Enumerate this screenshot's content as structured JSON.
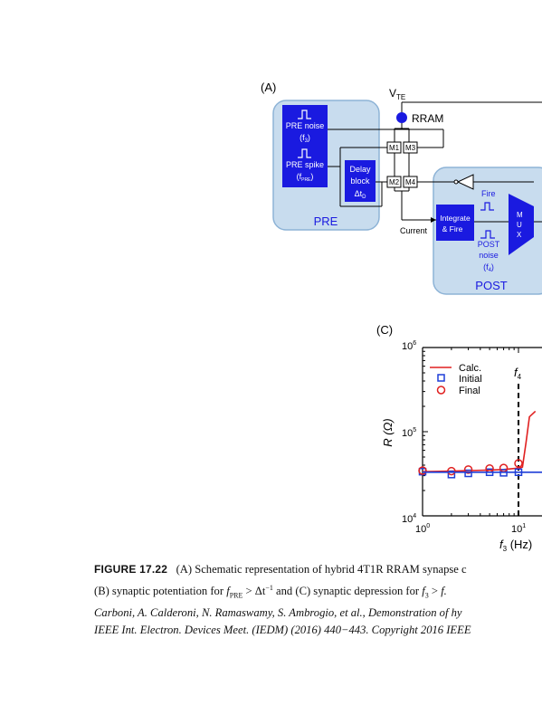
{
  "schematic": {
    "panel_label": "(A)",
    "vte_label": "V",
    "vte_sub": "TE",
    "rram_label": "RRAM",
    "pre_noise_label": "PRE noise",
    "pre_noise_freq": "(f",
    "pre_noise_freq_sub": "3",
    "pre_spike_label": "PRE spike",
    "pre_spike_freq": "(f",
    "pre_spike_freq_sub": "PRE",
    "delay_line1": "Delay",
    "delay_line2": "block",
    "delay_line3": "Δt",
    "delay_line3_sub": "D",
    "pre_label": "PRE",
    "m1": "M1",
    "m2": "M2",
    "m3": "M3",
    "m4": "M4",
    "current_label": "Current",
    "if_line1": "Integrate",
    "if_line2": "& Fire",
    "fire_label": "Fire",
    "post_noise_line1": "POST",
    "post_noise_line2": "noise",
    "post_noise_freq": "(f",
    "post_noise_freq_sub": "4",
    "mux_letters": [
      "M",
      "U",
      "X"
    ],
    "post_label": "POST"
  },
  "chart": {
    "panel_label": "(C)",
    "y_axis_label": "R (Ω)",
    "x_axis_label": "f",
    "x_axis_sub": "3",
    "x_axis_unit": " (Hz)",
    "y_tick_labels": [
      {
        "base": "10",
        "exp": "6"
      },
      {
        "base": "10",
        "exp": "5"
      },
      {
        "base": "10",
        "exp": "4"
      }
    ],
    "x_tick_labels": [
      {
        "base": "10",
        "exp": "0"
      },
      {
        "base": "10",
        "exp": "1"
      }
    ],
    "vline_label": "f",
    "vline_sub": "4",
    "legend": [
      "Calc.",
      "Initial",
      "Final"
    ],
    "colors": {
      "calc": "#e02020",
      "initial": "#1f3fd8",
      "final": "#e02020",
      "axis": "#000000"
    }
  },
  "chart_data": {
    "type": "line",
    "title": "",
    "xlabel": "f3 (Hz)",
    "ylabel": "R (Ω)",
    "xscale": "log",
    "yscale": "log",
    "xlim": [
      1,
      30
    ],
    "ylim": [
      10000,
      1000000
    ],
    "vline": {
      "x": 10,
      "label": "f4"
    },
    "legend_position": "top-left",
    "series": [
      {
        "name": "Calc.",
        "style": "line",
        "x": [
          1,
          2,
          3,
          5,
          7,
          9,
          10,
          11,
          12,
          13,
          15
        ],
        "y": [
          33500,
          34000,
          34500,
          35000,
          35500,
          36500,
          37000,
          38000,
          75000,
          150000,
          175000
        ]
      },
      {
        "name": "Initial",
        "style": "square",
        "x": [
          1,
          2,
          3,
          5,
          7,
          10
        ],
        "y": [
          33500,
          31000,
          32000,
          33000,
          32500,
          33000
        ]
      },
      {
        "name": "Final",
        "style": "circle",
        "x": [
          1,
          2,
          3,
          5,
          7,
          10
        ],
        "y": [
          34500,
          34000,
          35500,
          36500,
          37000,
          42000
        ]
      },
      {
        "name": "",
        "style": "flat-line",
        "x": [
          1,
          30
        ],
        "y": [
          33000,
          33000
        ]
      }
    ]
  },
  "caption": {
    "label": "FIGURE 17.22",
    "line1": "(A) Schematic representation of hybrid 4T1R RRAM synapse c",
    "line2_a": "(B) synaptic potentiation for ",
    "line2_b": "f",
    "line2_c": "PRE",
    "line2_d": " > Δt",
    "line2_e": "−1",
    "line2_f": " and (C) synaptic depression for ",
    "line2_g": "f",
    "line2_h": "3",
    "line2_i": " > ",
    "line2_j": "f.",
    "line3": "Carboni, A. Calderoni, N. Ramaswamy, S. Ambrogio, et al., Demonstration of hy",
    "line4": "IEEE Int. Electron. Devices Meet. (IEDM) (2016) 440−443. Copyright 2016 IEEE"
  }
}
